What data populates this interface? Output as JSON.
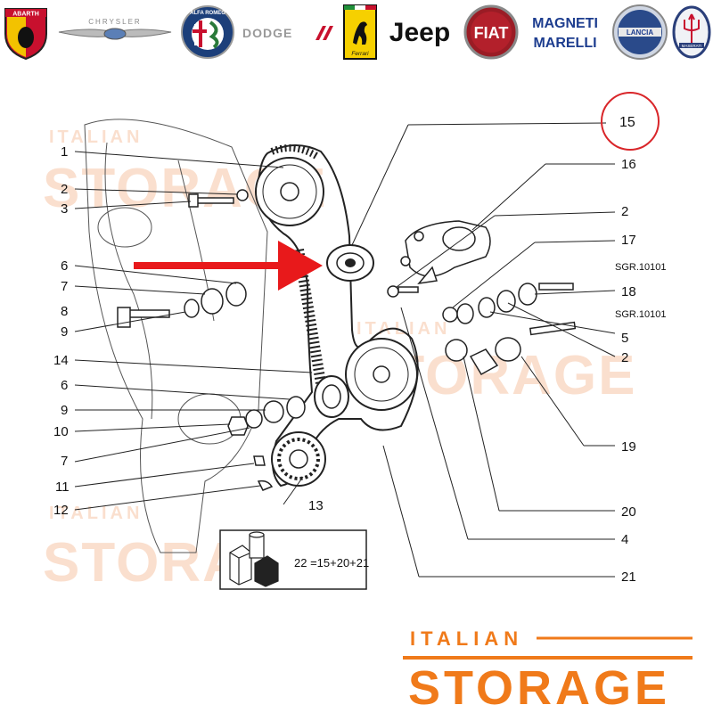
{
  "brands": [
    {
      "name": "ABARTH",
      "icon": "abarth-scorpion-icon"
    },
    {
      "name": "CHRYSLER",
      "icon": "chrysler-wings-icon"
    },
    {
      "name": "ALFA ROMEO",
      "icon": "alfa-romeo-badge-icon"
    },
    {
      "name": "DODGE",
      "icon": "dodge-stripes-icon"
    },
    {
      "name": "Ferrari",
      "icon": "ferrari-horse-icon"
    },
    {
      "name": "Jeep",
      "icon": "jeep-wordmark-icon"
    },
    {
      "name": "FIAT",
      "icon": "fiat-badge-icon"
    },
    {
      "name": "MAGNETI MARELLI",
      "icon": "magneti-marelli-icon"
    },
    {
      "name": "LANCIA",
      "icon": "lancia-badge-icon"
    },
    {
      "name": "MASERATI",
      "icon": "maserati-trident-icon"
    }
  ],
  "diagram": {
    "callouts": {
      "n1": "1",
      "n2a": "2",
      "n3": "3",
      "n6a": "6",
      "n7a": "7",
      "n8": "8",
      "n9a": "9",
      "n14": "14",
      "n6b": "6",
      "n9b": "9",
      "n10": "10",
      "n7b": "7",
      "n11": "11",
      "n12": "12",
      "n13": "13",
      "n15": "15",
      "n16": "16",
      "n2b": "2",
      "n17": "17",
      "n18": "18",
      "n5": "5",
      "n2c": "2",
      "n19": "19",
      "n20": "20",
      "n4": "4",
      "n21": "21",
      "sgr1": "SGR.10101",
      "sgr2": "SGR.10101"
    },
    "kit_formula": "22 =15+20+21",
    "highlighted_part": "15",
    "arrow_color": "#e8191b",
    "highlight_circle_color": "#d9262a"
  },
  "watermark": {
    "line1": "ITALIAN",
    "line2": "STORAGE"
  },
  "footer_logo": {
    "line1": "ITALIAN",
    "line2": "STORAGE",
    "color": "#f07a1a"
  }
}
